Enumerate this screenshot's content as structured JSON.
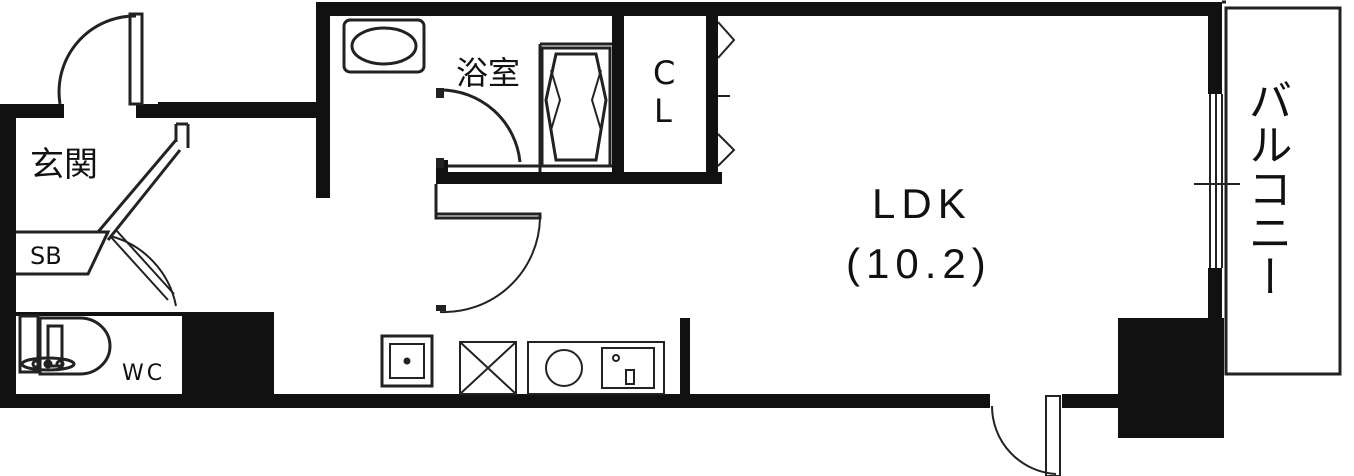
{
  "rooms": {
    "entrance": "玄関",
    "bath": "浴室",
    "closet_c": "C",
    "closet_l": "L",
    "ldk": "LDK",
    "ldk_size": "(10.2)",
    "balcony": "バルコニー",
    "shoe_box": "SB",
    "toilet": "WC"
  },
  "colors": {
    "wall": "#111111",
    "line": "#222222",
    "background": "#ffffff"
  },
  "icons": [
    "washbasin-icon",
    "bathtub-icon",
    "toilet-icon",
    "washer-pan-icon",
    "fridge-space-icon",
    "stove-icon",
    "sink-icon",
    "door-swing-icon",
    "window-icon"
  ]
}
